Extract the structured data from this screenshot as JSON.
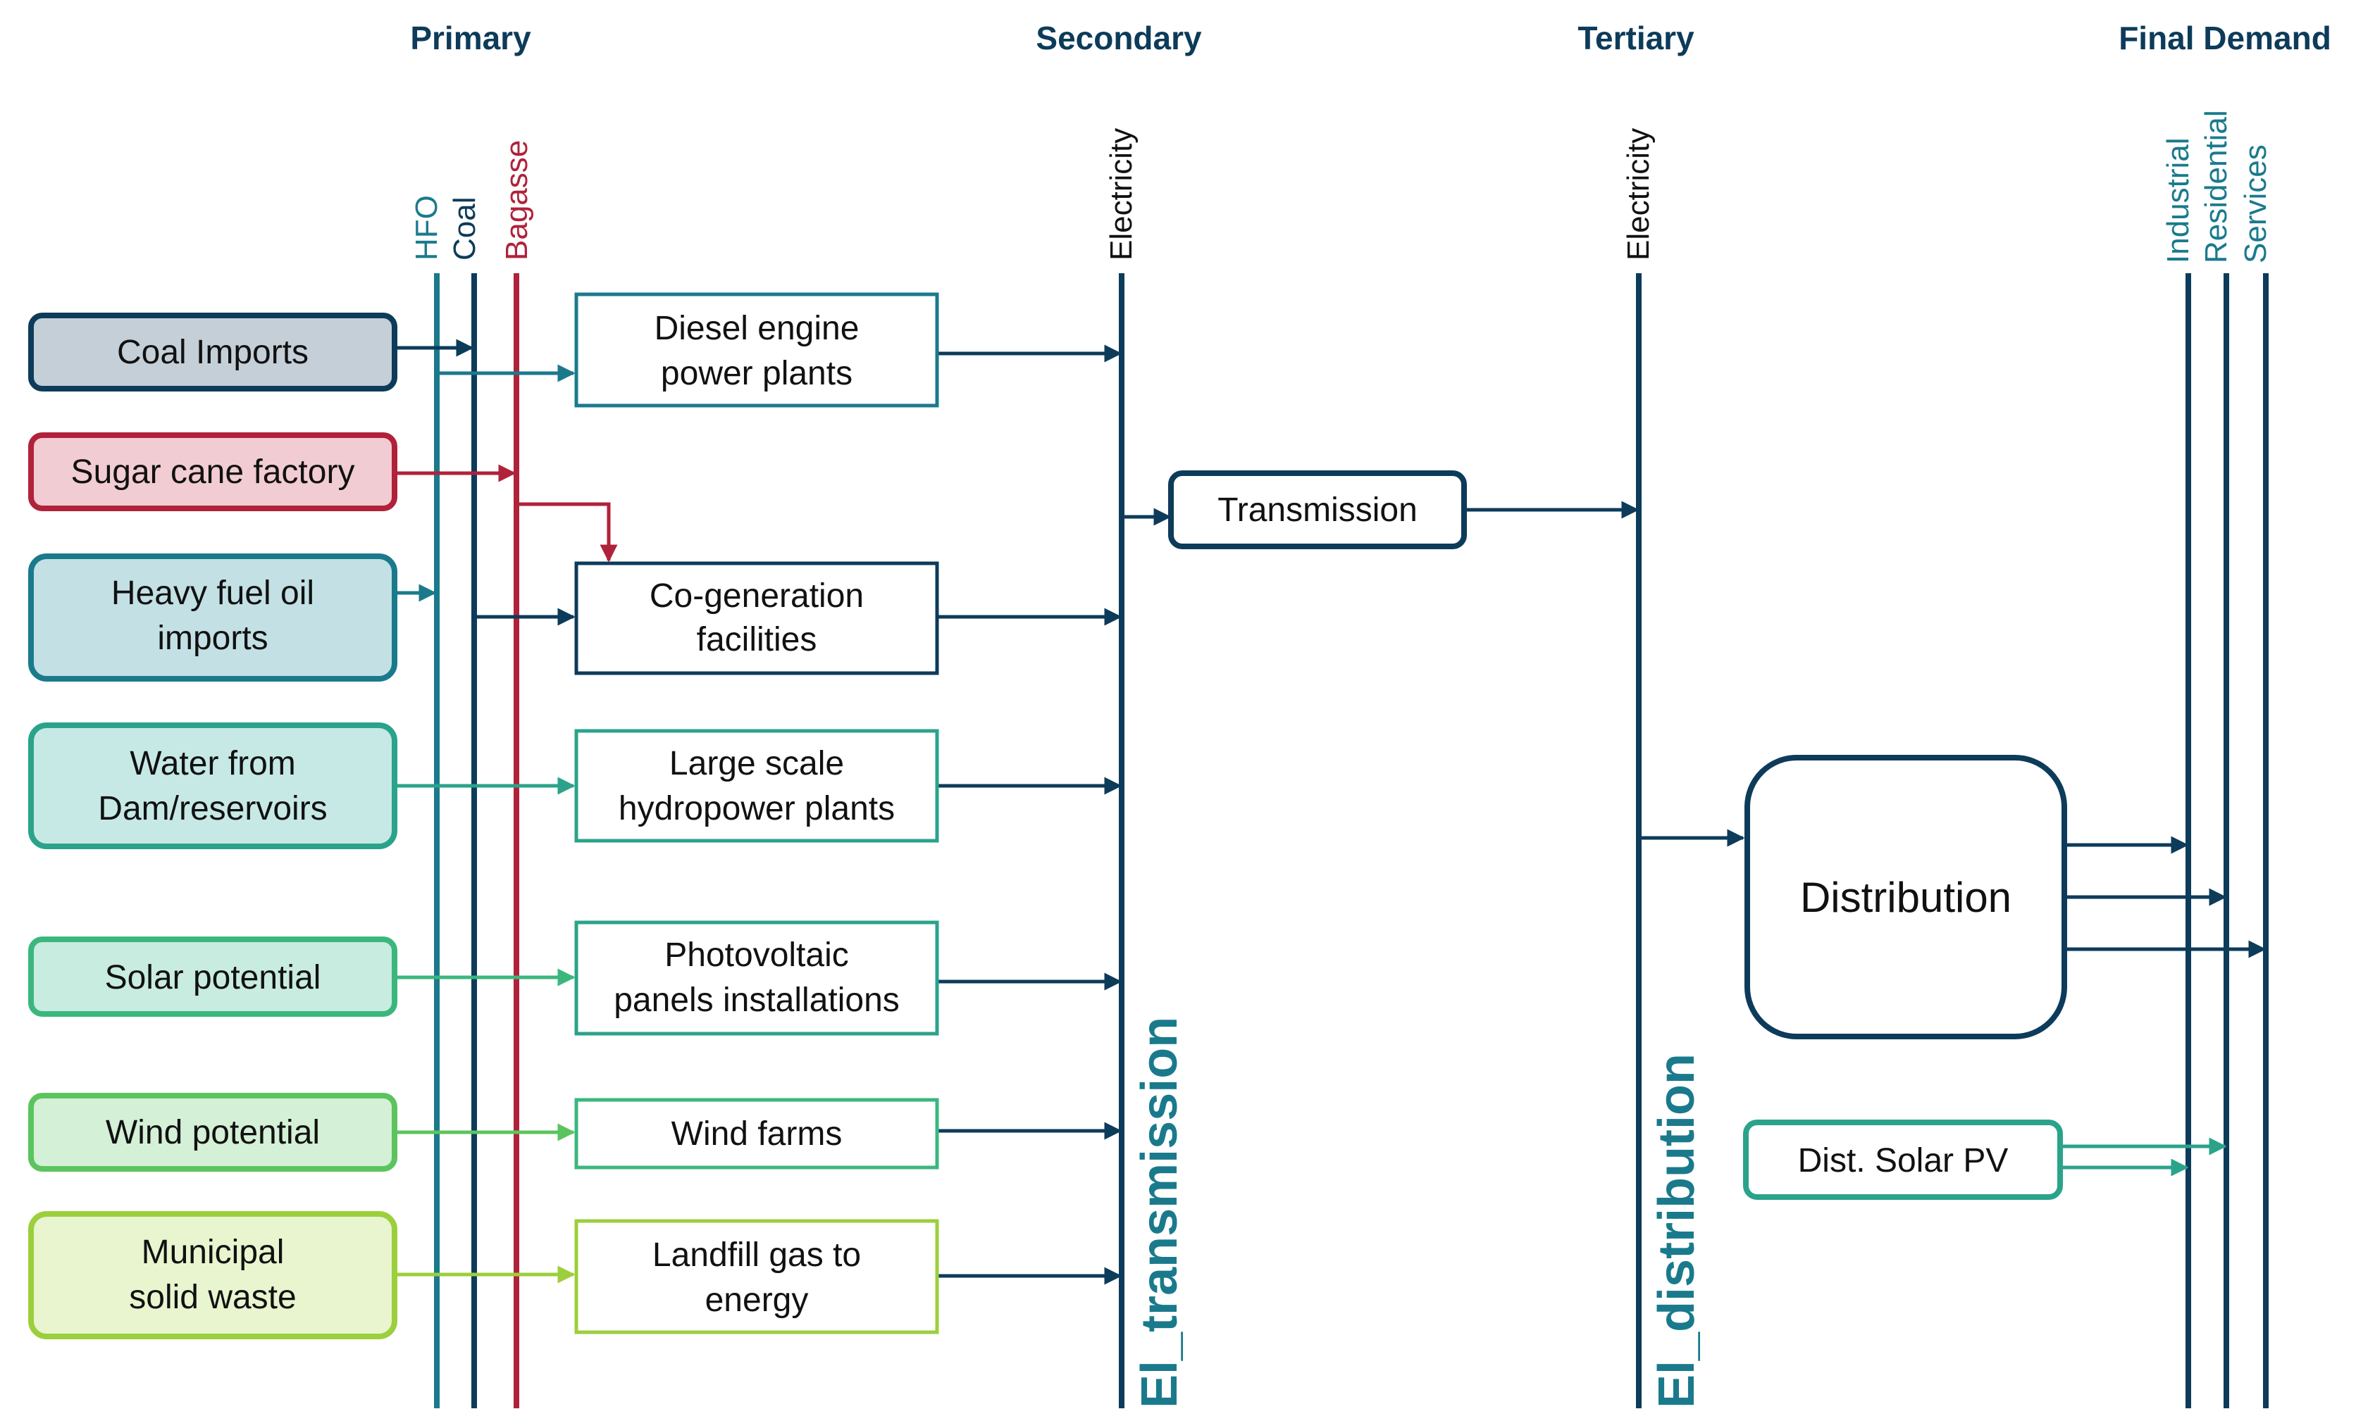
{
  "headers": {
    "primary": "Primary",
    "secondary": "Secondary",
    "tertiary": "Tertiary",
    "final_demand": "Final Demand"
  },
  "carriers": {
    "hfo": "HFO",
    "coal": "Coal",
    "bagasse": "Bagasse",
    "electricity_secondary": "Electricity",
    "electricity_tertiary": "Electricity",
    "industrial": "Industrial",
    "residential": "Residential",
    "services": "Services"
  },
  "bus_labels": {
    "el_transmission": "El_transmission",
    "el_distribution": "El_distribution"
  },
  "sources": {
    "coal_imports": [
      "Coal Imports"
    ],
    "sugar_cane_factory": [
      "Sugar cane factory"
    ],
    "heavy_fuel_oil_imports": [
      "Heavy fuel oil",
      "imports"
    ],
    "water_from_dam": [
      "Water from",
      "Dam/reservoirs"
    ],
    "solar_potential": [
      "Solar potential"
    ],
    "wind_potential": [
      "Wind potential"
    ],
    "municipal_solid_waste": [
      "Municipal",
      "solid waste"
    ]
  },
  "technologies": {
    "diesel_engine": [
      "Diesel engine",
      "power plants"
    ],
    "cogeneration": [
      "Co-generation",
      "facilities"
    ],
    "hydropower": [
      "Large scale",
      "hydropower plants"
    ],
    "photovoltaic": [
      "Photovoltaic",
      "panels installations"
    ],
    "wind_farms": [
      "Wind farms"
    ],
    "landfill_gas": [
      "Landfill gas to",
      "energy"
    ],
    "transmission": [
      "Transmission"
    ],
    "distribution": [
      "Distribution"
    ],
    "dist_solar_pv": [
      "Dist. Solar PV"
    ]
  },
  "colors": {
    "navy": "#0d3b5a",
    "teal": "#1a7a8c",
    "red": "#b0223a",
    "green_teal": "#2aa38a",
    "green": "#3bb77e",
    "light_green": "#5cc45e",
    "lime": "#9ccf3c",
    "coal_fill": "#c5cfd8",
    "sugar_fill": "#f2ccd3",
    "hfo_fill": "#c3e0e4",
    "water_fill": "#c6e9e6",
    "solar_fill": "#c8ecdf",
    "wind_fill": "#d4f0d6",
    "msw_fill": "#e8f5cf"
  }
}
